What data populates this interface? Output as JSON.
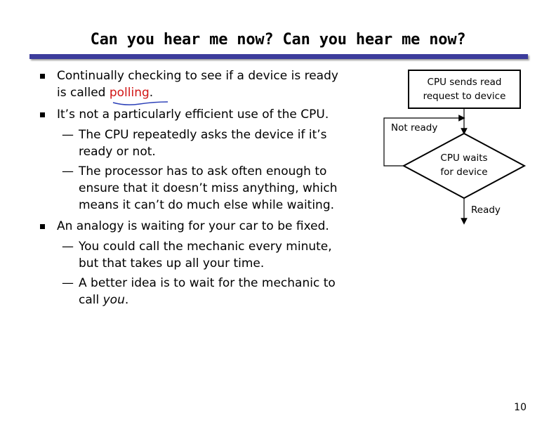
{
  "slide": {
    "title": "Can you hear me now? Can you hear me now?",
    "page_number": "10"
  },
  "bullets": {
    "b1_line1": "Continually checking to see if a device is ready",
    "b1_line2_pre": "is called ",
    "b1_highlight": "polling",
    "b1_line2_post": ".",
    "b2": "It’s not a particularly efficient use of the CPU.",
    "b2_s1_line1": "The CPU repeatedly asks the device if it’s",
    "b2_s1_line2": "ready or not.",
    "b2_s2_line1": "The processor has to ask often enough to",
    "b2_s2_line2": "ensure that it doesn’t miss anything, which",
    "b2_s2_line3": "means it can’t do much else while waiting.",
    "b3": "An analogy is waiting for your car to be fixed.",
    "b3_s1_line1": "You could call the mechanic every minute,",
    "b3_s1_line2": "but that takes up all your time.",
    "b3_s2_line1": "A better idea is to wait for the mechanic to",
    "b3_s2_line2_pre": "call ",
    "b3_s2_line2_em": "you",
    "b3_s2_line2_post": "."
  },
  "flowchart": {
    "box_line1": "CPU sends read",
    "box_line2": "request to device",
    "loop_label": "Not ready",
    "diamond_line1": "CPU waits",
    "diamond_line2": "for device",
    "exit_label": "Ready"
  },
  "colors": {
    "title_rule": "#3c3c9c",
    "highlight": "#d11515",
    "squiggle": "#2a3fb8"
  }
}
